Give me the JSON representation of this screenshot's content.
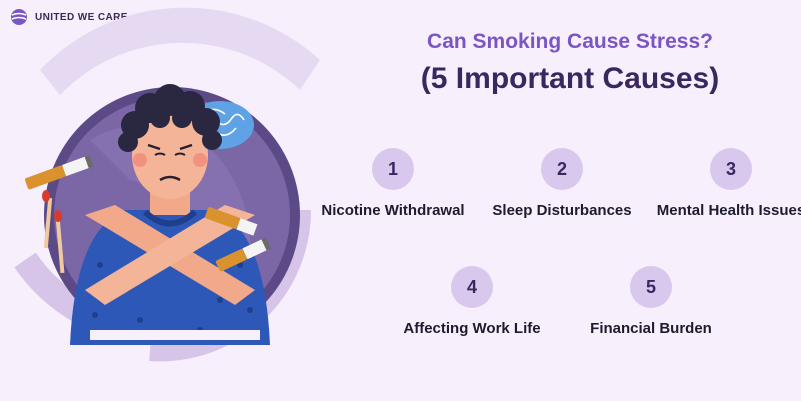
{
  "brand": {
    "name": "UNITED WE CARE",
    "icon": "globe-icon"
  },
  "title": {
    "line1": "Can Smoking Cause Stress?",
    "line2": "(5 Important Causes)"
  },
  "causes": [
    {
      "number": "1",
      "label": "Nicotine Withdrawal"
    },
    {
      "number": "2",
      "label": "Sleep Disturbances"
    },
    {
      "number": "3",
      "label": "Mental Health Issues"
    },
    {
      "number": "4",
      "label": "Affecting Work Life"
    },
    {
      "number": "5",
      "label": "Financial Burden"
    }
  ],
  "colors": {
    "background": "#f7effb",
    "accent": "#7a55c4",
    "title_dark": "#3a2760",
    "badge": "#d9c8ee",
    "circle": "#7b66a6"
  },
  "illustration": "stressed-man-refusing-cigarettes"
}
